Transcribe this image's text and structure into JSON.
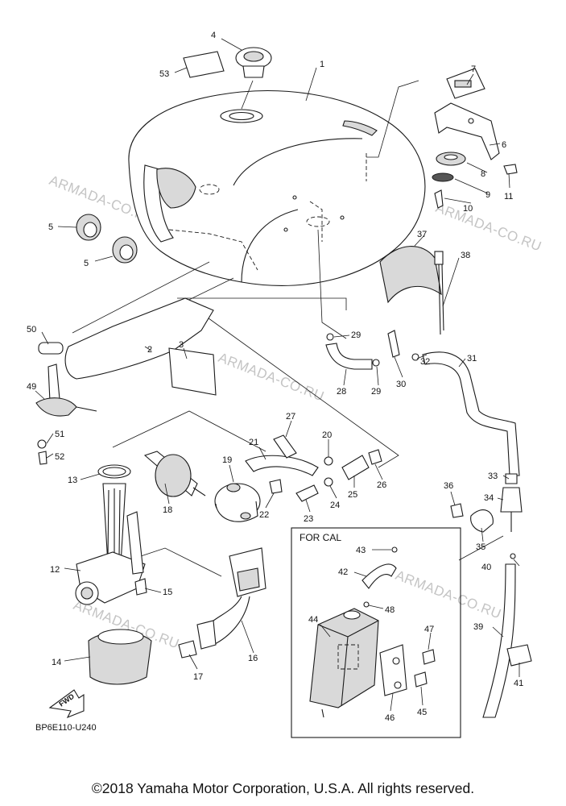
{
  "diagram": {
    "watermark": "ARMADA-CO.RU",
    "diagram_code": "BP6E110-U240",
    "cal_box_label": "FOR CAL",
    "fwd_label": "FWD",
    "parts": [
      {
        "id": "p1",
        "label": "1"
      },
      {
        "id": "p2",
        "label": "2"
      },
      {
        "id": "p3",
        "label": "3"
      },
      {
        "id": "p4",
        "label": "4"
      },
      {
        "id": "p5a",
        "label": "5"
      },
      {
        "id": "p5b",
        "label": "5"
      },
      {
        "id": "p6",
        "label": "6"
      },
      {
        "id": "p7",
        "label": "7"
      },
      {
        "id": "p8",
        "label": "8"
      },
      {
        "id": "p9",
        "label": "9"
      },
      {
        "id": "p10",
        "label": "10"
      },
      {
        "id": "p11",
        "label": "11"
      },
      {
        "id": "p12",
        "label": "12"
      },
      {
        "id": "p13",
        "label": "13"
      },
      {
        "id": "p14",
        "label": "14"
      },
      {
        "id": "p15",
        "label": "15"
      },
      {
        "id": "p16",
        "label": "16"
      },
      {
        "id": "p17",
        "label": "17"
      },
      {
        "id": "p18",
        "label": "18"
      },
      {
        "id": "p19",
        "label": "19"
      },
      {
        "id": "p20",
        "label": "20"
      },
      {
        "id": "p21",
        "label": "21"
      },
      {
        "id": "p22",
        "label": "22"
      },
      {
        "id": "p23",
        "label": "23"
      },
      {
        "id": "p24",
        "label": "24"
      },
      {
        "id": "p25",
        "label": "25"
      },
      {
        "id": "p26",
        "label": "26"
      },
      {
        "id": "p27",
        "label": "27"
      },
      {
        "id": "p28",
        "label": "28"
      },
      {
        "id": "p29a",
        "label": "29"
      },
      {
        "id": "p29b",
        "label": "29"
      },
      {
        "id": "p30",
        "label": "30"
      },
      {
        "id": "p31",
        "label": "31"
      },
      {
        "id": "p32",
        "label": "32"
      },
      {
        "id": "p33",
        "label": "33"
      },
      {
        "id": "p34",
        "label": "34"
      },
      {
        "id": "p35",
        "label": "35"
      },
      {
        "id": "p36",
        "label": "36"
      },
      {
        "id": "p37",
        "label": "37"
      },
      {
        "id": "p38",
        "label": "38"
      },
      {
        "id": "p39",
        "label": "39"
      },
      {
        "id": "p40",
        "label": "40"
      },
      {
        "id": "p41",
        "label": "41"
      },
      {
        "id": "p42",
        "label": "42"
      },
      {
        "id": "p43",
        "label": "43"
      },
      {
        "id": "p44",
        "label": "44"
      },
      {
        "id": "p45",
        "label": "45"
      },
      {
        "id": "p46",
        "label": "46"
      },
      {
        "id": "p47",
        "label": "47"
      },
      {
        "id": "p48",
        "label": "48"
      },
      {
        "id": "p49",
        "label": "49"
      },
      {
        "id": "p50",
        "label": "50"
      },
      {
        "id": "p51",
        "label": "51"
      },
      {
        "id": "p52",
        "label": "52"
      },
      {
        "id": "p53",
        "label": "53"
      }
    ]
  },
  "footer": {
    "copyright": "©2018 Yamaha Motor Corporation, U.S.A. All rights reserved."
  }
}
